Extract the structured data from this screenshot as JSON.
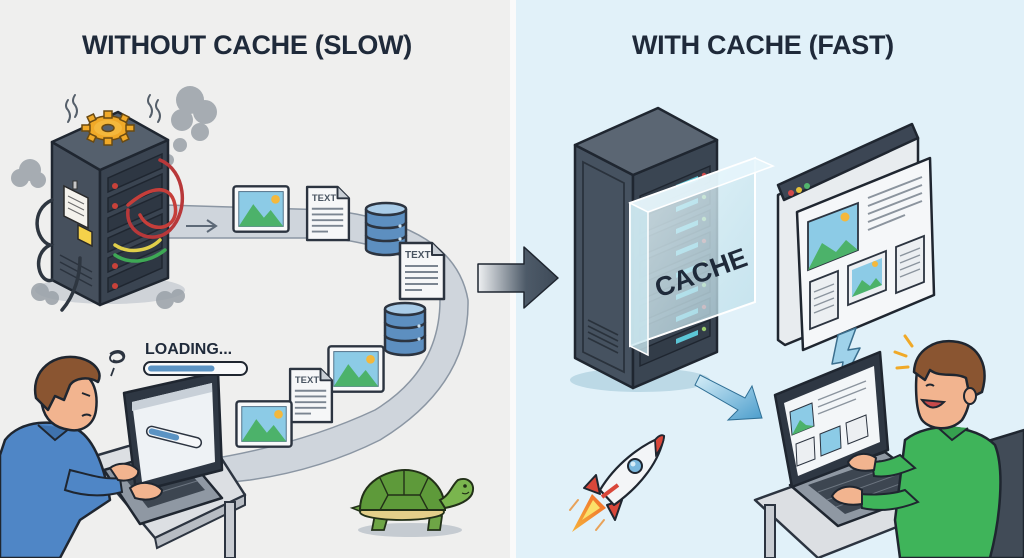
{
  "left_panel": {
    "title": "WITHOUT CACHE (SLOW)",
    "loading_label": "LOADING...",
    "loading_progress_percent": 70,
    "laptop_progress_percent": 60,
    "document_label": "TEXT",
    "path_items": [
      "image",
      "text-document",
      "database",
      "text-document",
      "database",
      "image",
      "text-document",
      "image"
    ]
  },
  "right_panel": {
    "title": "WITH CACHE (FAST)",
    "cache_label": "CACHE"
  },
  "colors": {
    "left_background": "#efefee",
    "right_background": "#e1f1f9",
    "title_text": "#1f2a3a",
    "server_body": "#3e4856",
    "progress_fill": "#5b93c3",
    "image_sky": "#8ccbe6",
    "image_mountain": "#4cb26a",
    "sun": "#f4b83c",
    "database": "#5d8fc0",
    "shirt_left": "#4f86c6",
    "shirt_right": "#3fb45a",
    "turtle": "#5e9a3a",
    "rocket_fin": "#d9473a",
    "arrow_blue": "#5aa8d0"
  }
}
